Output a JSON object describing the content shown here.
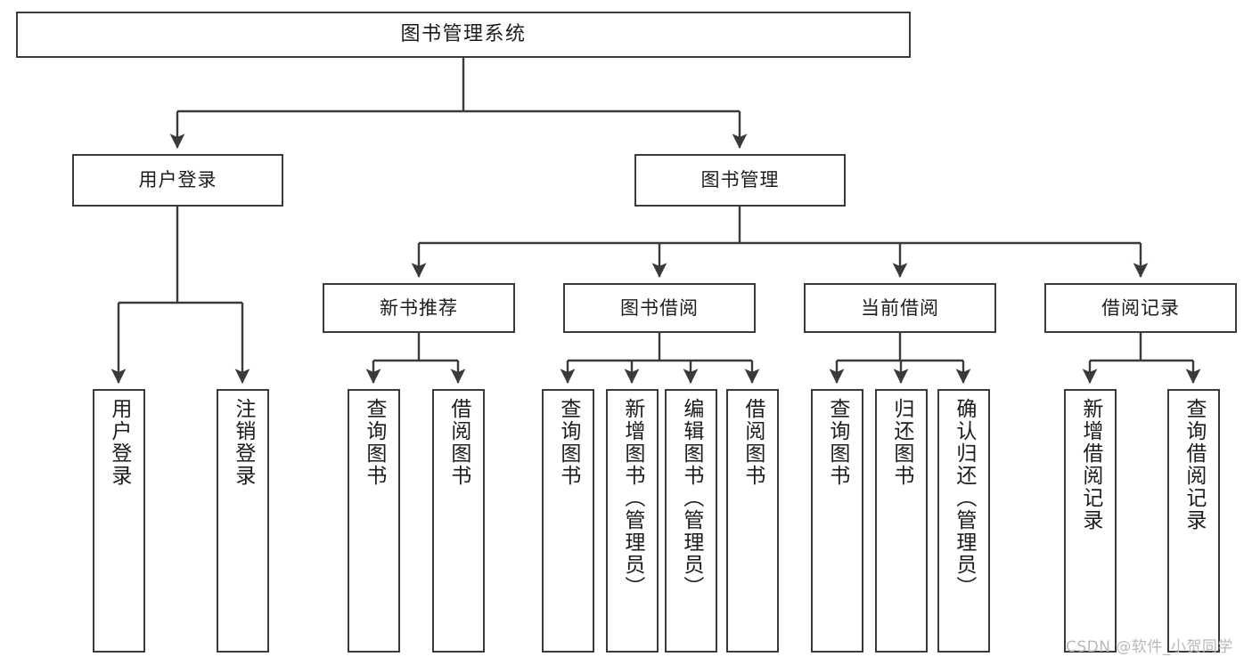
{
  "diagram": {
    "title": "图书管理系统",
    "type": "tree-hierarchy",
    "root": {
      "label": "图书管理系统"
    },
    "level2": [
      {
        "label": "用户登录"
      },
      {
        "label": "图书管理"
      }
    ],
    "level3": [
      {
        "label": "新书推荐"
      },
      {
        "label": "图书借阅"
      },
      {
        "label": "当前借阅"
      },
      {
        "label": "借阅记录"
      }
    ],
    "leaves": {
      "user_login": [
        {
          "label": "用户登录"
        },
        {
          "label": "注销登录"
        }
      ],
      "new_book_recommend": [
        {
          "label": "查询图书"
        },
        {
          "label": "借阅图书"
        }
      ],
      "book_borrow": [
        {
          "label": "查询图书"
        },
        {
          "label": "新增图书（管理员）"
        },
        {
          "label": "编辑图书（管理员）"
        },
        {
          "label": "借阅图书"
        }
      ],
      "current_borrow": [
        {
          "label": "查询图书"
        },
        {
          "label": "归还图书"
        },
        {
          "label": "确认归还（管理员）"
        }
      ],
      "borrow_record": [
        {
          "label": "新增借阅记录"
        },
        {
          "label": "查询借阅记录"
        }
      ]
    }
  },
  "watermark": {
    "text": "CSDN @软件_小贺同学"
  },
  "colors": {
    "stroke": "#3a3a3a",
    "fill": "#ffffff",
    "text": "#1c1c1c",
    "watermark": "#b9b9b9"
  }
}
